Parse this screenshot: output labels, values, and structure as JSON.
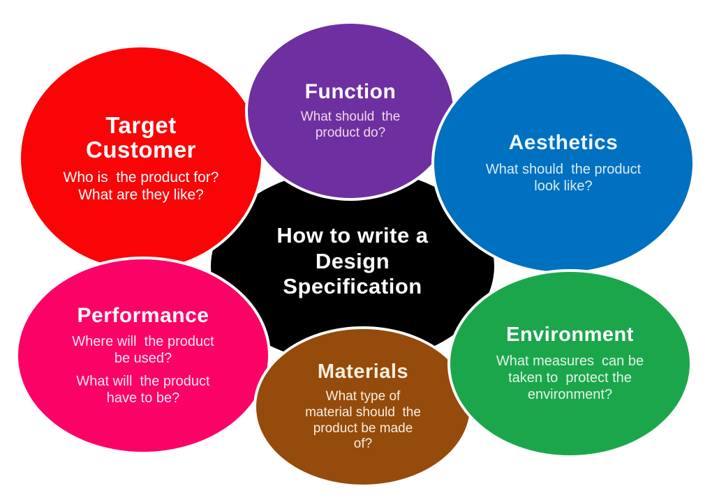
{
  "background_color": "#FFFFFF",
  "outline_color": "#FFFFFF",
  "center": {
    "label": "How to write a\nDesign\nSpecification",
    "color": "#000000",
    "text_color": "#FFFFFF"
  },
  "bubbles": [
    {
      "name": "Target Customer",
      "title": "Target\nCustomer",
      "body": "Who is  the product for?\nWhat are they like?",
      "color": "#F90507",
      "title_color": "#FFFFFF",
      "body_color": "#FFFFFF"
    },
    {
      "name": "Function",
      "title": "Function",
      "body": "What should  the\nproduct do?",
      "color": "#6E2FA0",
      "title_color": "#FFFFFF",
      "body_color": "#F2D9EC"
    },
    {
      "name": "Aesthetics",
      "title": "Aesthetics",
      "body": "What should  the product\nlook like?",
      "color": "#0070C0",
      "title_color": "#EAF5FC",
      "body_color": "#D8EDF9"
    },
    {
      "name": "Performance",
      "title": "Performance",
      "body": "Where will  the product\nbe used?",
      "body2": "What will  the product\nhave to be?",
      "color": "#FB0366",
      "title_color": "#FFFFFF",
      "body_color": "#FCE7F0"
    },
    {
      "name": "Materials",
      "title": "Materials",
      "body": "What type of\nmaterial should  the\nproduct be made\nof?",
      "color": "#954B0C",
      "title_color": "#F8EFE0",
      "body_color": "#F8EFE0"
    },
    {
      "name": "Environment",
      "title": "Environment",
      "body": "What measures  can be\ntaken to  protect the\nenvironment?",
      "color": "#1CA64C",
      "title_color": "#FFFFFF",
      "body_color": "#E3F4E9"
    }
  ]
}
